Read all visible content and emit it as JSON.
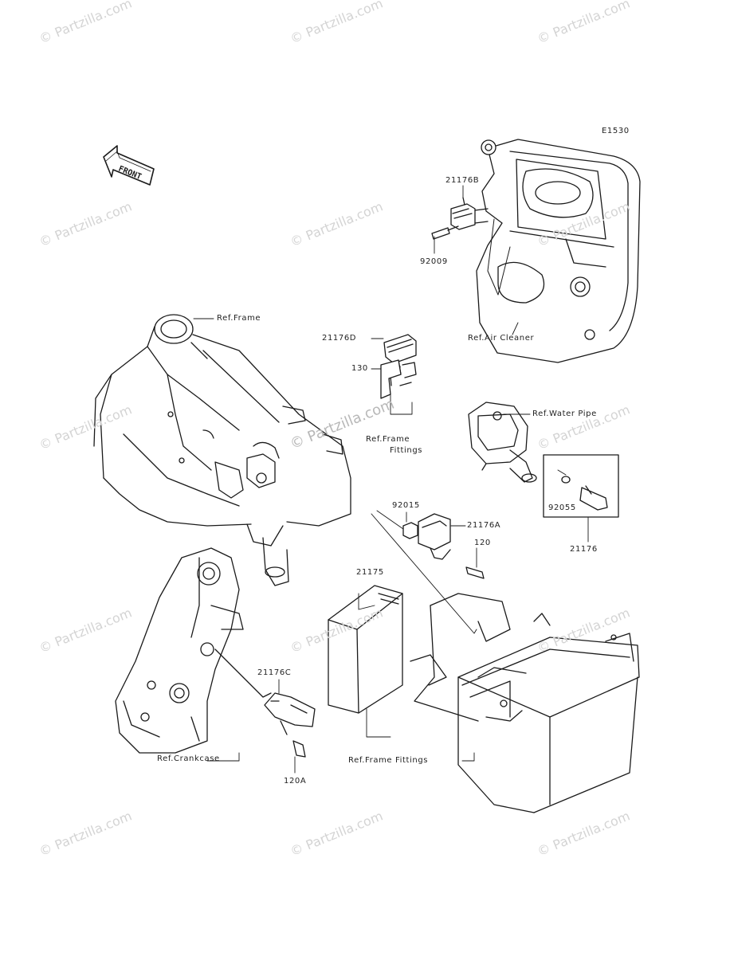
{
  "diagram_code": "E1530",
  "front_arrow_label": "FRONT",
  "watermark": "© Partzilla.com",
  "parts": {
    "p21176B": "21176B",
    "p92009": "92009",
    "p130": "130",
    "p21176D": "21176D",
    "p92015": "92015",
    "p21176A": "21176A",
    "p120": "120",
    "p21175": "21175",
    "p92055": "92055",
    "p21176": "21176",
    "p21176C": "21176C",
    "p120A": "120A"
  },
  "refs": {
    "frame": "Ref.Frame",
    "air_cleaner": "Ref.Air Cleaner",
    "frame_fittings_top": "Ref.Frame",
    "frame_fittings_bottom": "Fittings",
    "water_pipe": "Ref.Water Pipe",
    "crankcase": "Ref.Crankcase",
    "frame_fittings": "Ref.Frame Fittings"
  }
}
